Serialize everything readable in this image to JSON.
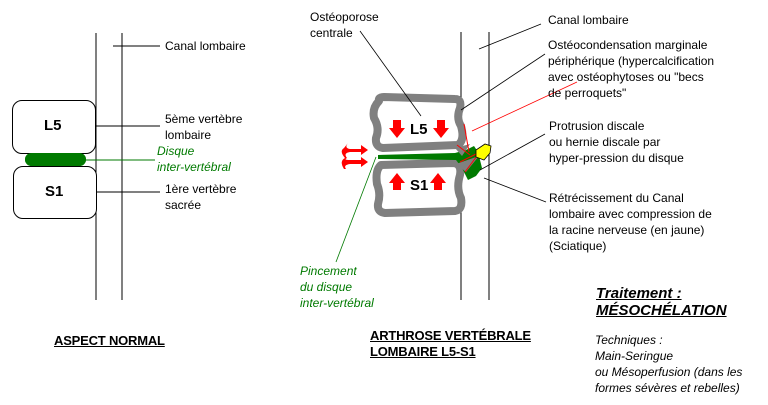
{
  "normal": {
    "title": "ASPECT NORMAL",
    "vertebra_top": "L5",
    "vertebra_bottom": "S1",
    "labels": {
      "canal": "Canal lombaire",
      "l5_line1": "5ème vertèbre",
      "l5_line2": "lombaire",
      "disc_line1": "Disque",
      "disc_line2": "inter-vertébral",
      "s1_line1": "1ère vertèbre",
      "s1_line2": "sacrée"
    }
  },
  "arthrose": {
    "title_line1": "ARTHROSE VERTÉBRALE",
    "title_line2": "LOMBAIRE L5-S1",
    "vertebra_top": "L5",
    "vertebra_bottom": "S1",
    "labels": {
      "osteoporose_line1": "Ostéoporose",
      "osteoporose_line2": "centrale",
      "canal": "Canal lombaire",
      "osteo_line1": "Ostéocondensation marginale",
      "osteo_line2": "périphérique (hypercalcification",
      "osteo_line3": "avec ostéophytoses ou \"becs",
      "osteo_line4": "de perroquets\"",
      "protrusion_line1": "Protrusion discale",
      "protrusion_line2": "ou hernie discale par",
      "protrusion_line3": "hyper-pression du disque",
      "retrec_line1": "Rétrécissement du Canal",
      "retrec_line2": "lombaire avec compression de",
      "retrec_line3": "la racine nerveuse (en jaune)",
      "retrec_line4": "(Sciatique)",
      "pincement_line1": "Pincement",
      "pincement_line2": "du disque",
      "pincement_line3": "inter-vertébral"
    }
  },
  "treatment": {
    "title_line1": "Traitement :",
    "title_line2": "MÉSOCHÉLATION",
    "body_line1": "Techniques :",
    "body_line2": "Main-Seringue",
    "body_line3": "ou Mésoperfusion (dans les",
    "body_line4": "formes sévères et rebelles)"
  },
  "colors": {
    "disc": "#007a00",
    "arrow": "#ff0000",
    "bone": "#808080",
    "nerve": "#ffff00"
  }
}
